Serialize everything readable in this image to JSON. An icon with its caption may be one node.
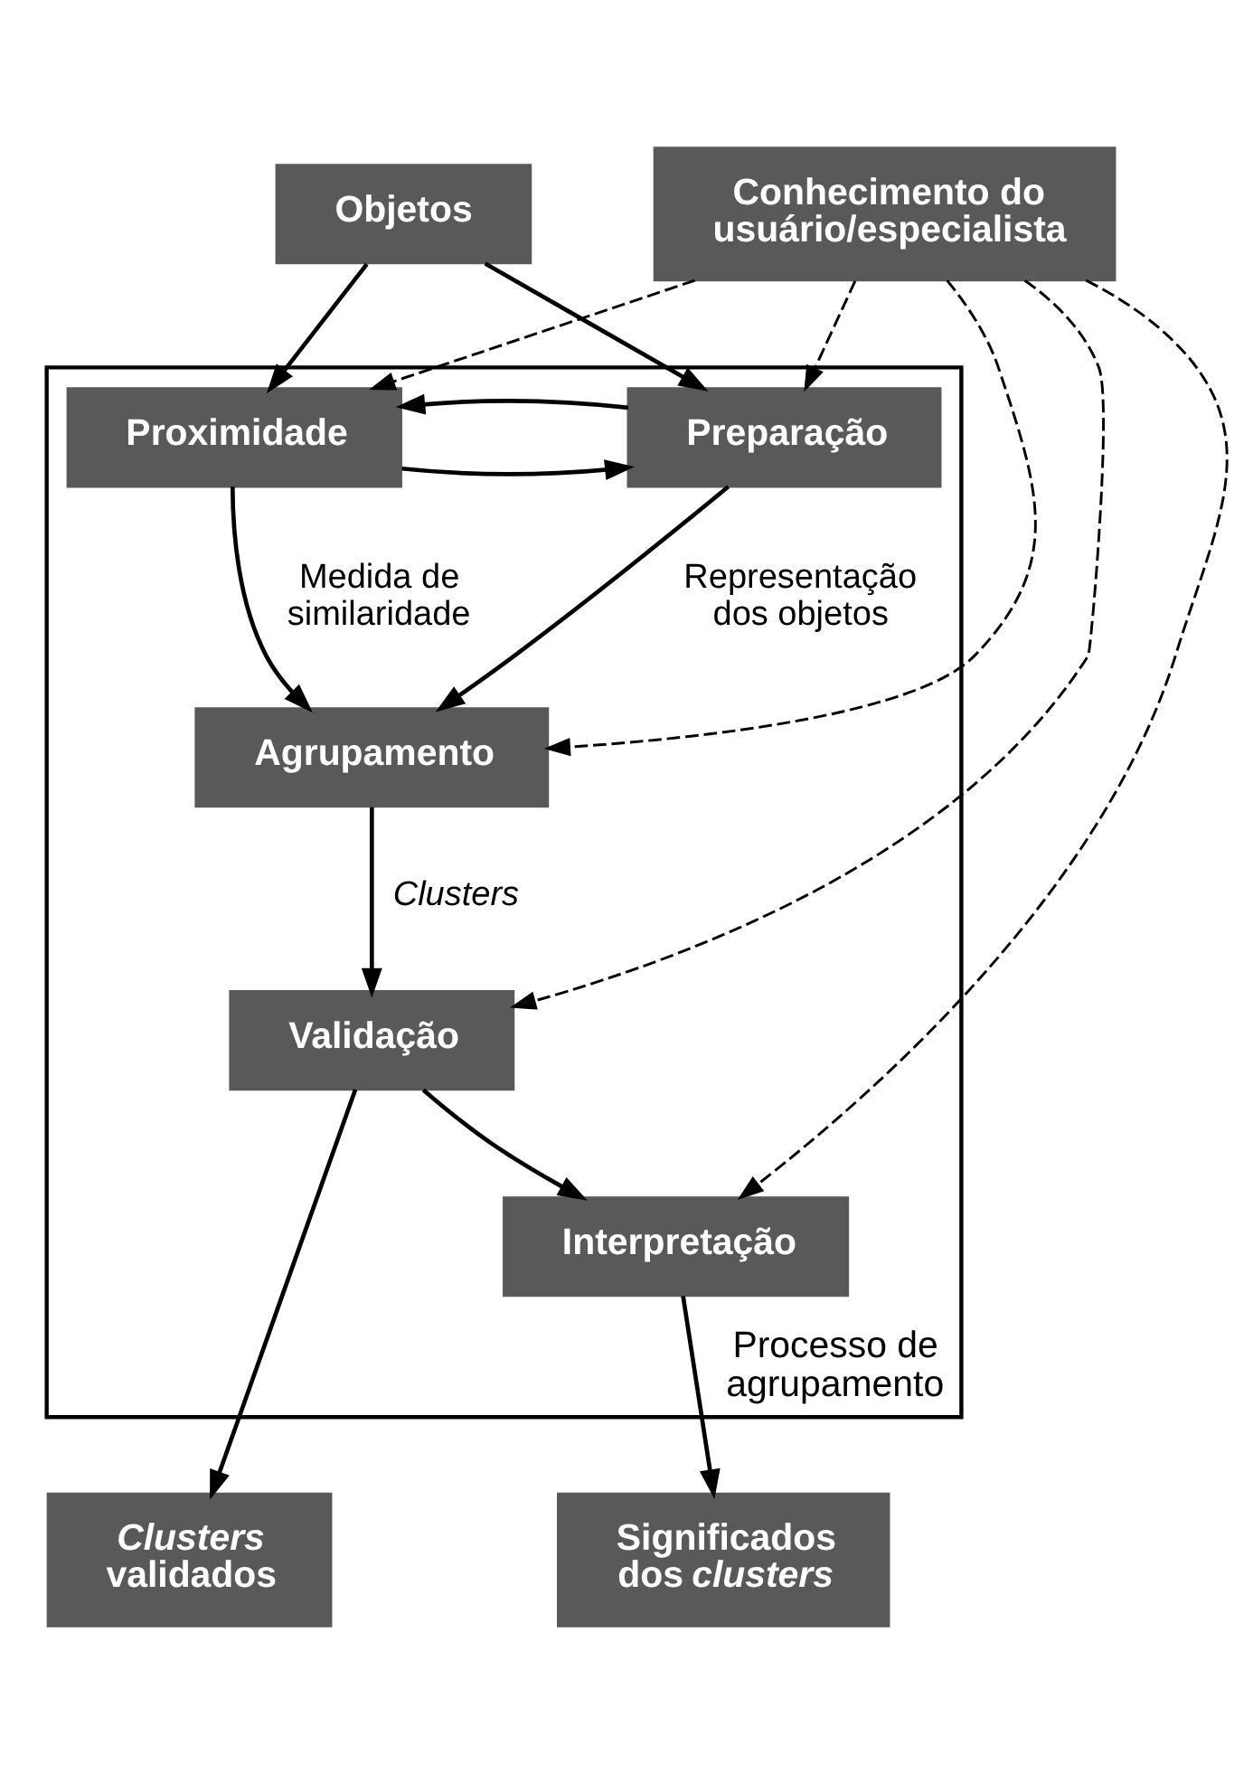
{
  "diagram": {
    "nodes": [
      {
        "text": [
          "Objetos"
        ]
      },
      {
        "text": [
          "Conhecimento do usuário/especialista"
        ]
      },
      {
        "text": [
          "Processo de agrupamento"
        ]
      },
      {
        "text": [
          "Preparação"
        ],
        "in": 2
      },
      {
        "text": [
          "Proximidade"
        ],
        "in": 2
      },
      {
        "text": [
          "Agrupamento"
        ],
        "in": 2
      },
      {
        "text": [
          "Validação"
        ],
        "in": 2
      },
      {
        "text": [
          "Interpretação"
        ],
        "in": 2
      },
      {
        "text": [
          "*Clusters* validados"
        ]
      },
      {
        "text": [
          "Significados dos *clusters*"
        ]
      }
    ],
    "edges": [
      {
        "from": 0,
        "to": 3,
        "arrow": "to"
      },
      {
        "from": 0,
        "to": 4,
        "arrow": "to"
      },
      {
        "from": 1,
        "to": 3,
        "arrow": "to",
        "style": "dashed"
      },
      {
        "from": 1,
        "to": 4,
        "arrow": "to",
        "style": "dashed"
      },
      {
        "from": 1,
        "to": 5,
        "arrow": "to",
        "style": "dashed"
      },
      {
        "from": 1,
        "to": 6,
        "arrow": "to",
        "style": "dashed"
      },
      {
        "from": 1,
        "to": 7,
        "arrow": "to",
        "style": "dashed"
      },
      {
        "from": 4,
        "to": 3,
        "arrow": "to"
      },
      {
        "from": 3,
        "to": 4,
        "arrow": "to"
      },
      {
        "from": 3,
        "to": 5,
        "arrow": "to",
        "label": "Representação dos objetos"
      },
      {
        "from": 4,
        "to": 5,
        "arrow": "to",
        "label": "Medida de similaridade"
      },
      {
        "from": 5,
        "to": 6,
        "arrow": "to",
        "label": "Clusters"
      },
      {
        "from": 6,
        "to": 7,
        "arrow": "to"
      },
      {
        "from": 6,
        "to": 8,
        "arrow": "to"
      },
      {
        "from": 7,
        "to": 9,
        "arrow": "to"
      }
    ]
  }
}
